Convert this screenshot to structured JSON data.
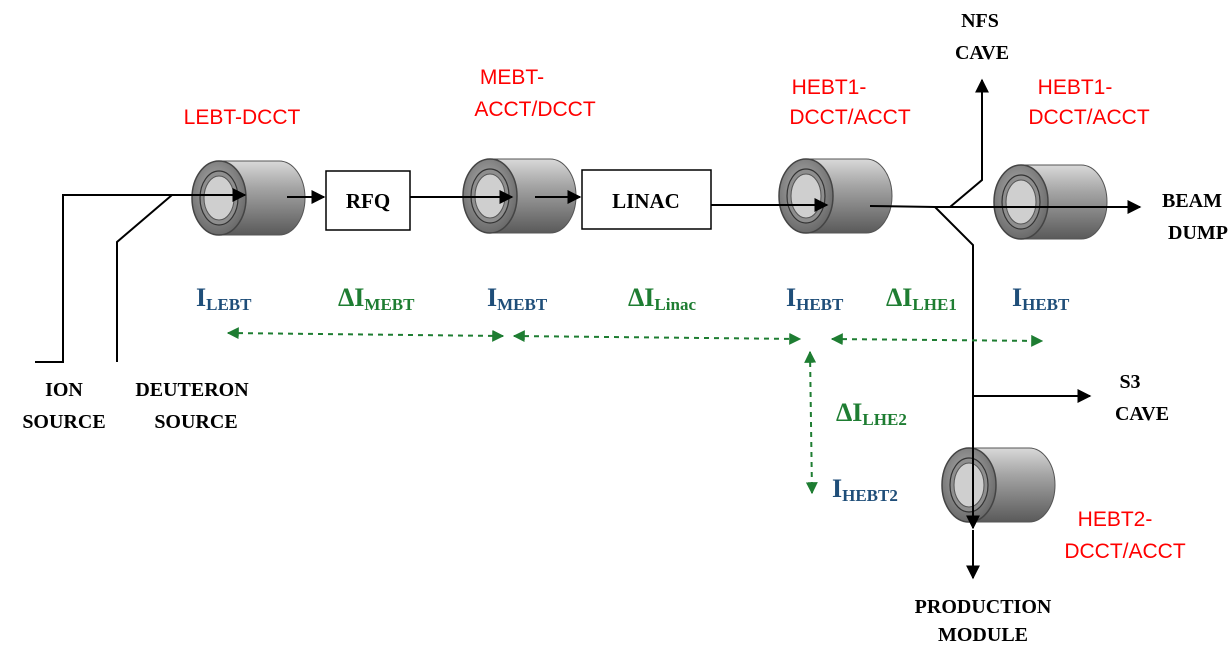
{
  "detectors": {
    "lebt": {
      "label": [
        "LEBT-DCCT"
      ]
    },
    "mebt": {
      "label": [
        "MEBT-",
        "ACCT/DCCT"
      ]
    },
    "hebt1": {
      "label": [
        "HEBT1-",
        "DCCT/ACCT"
      ]
    },
    "hebt1_dump": {
      "label": [
        "HEBT1-",
        "DCCT/ACCT"
      ]
    },
    "hebt2": {
      "label": [
        "HEBT2-",
        "DCCT/ACCT"
      ]
    }
  },
  "boxes": {
    "rfq": "RFQ",
    "linac": "LINAC"
  },
  "endpoints": {
    "ion_source": [
      "ION",
      "SOURCE"
    ],
    "deuteron_source": [
      "DEUTERON",
      "SOURCE"
    ],
    "nfs_cave": [
      "NFS",
      "CAVE"
    ],
    "beam_dump": [
      "BEAM",
      "DUMP"
    ],
    "s3_cave": [
      "S3",
      "CAVE"
    ],
    "production_module": [
      "PRODUCTION",
      "MODULE"
    ]
  },
  "currents": {
    "i_lebt": {
      "main": "I",
      "sub": "LEBT"
    },
    "d_mebt": {
      "main": "ΔI",
      "sub": "MEBT"
    },
    "i_mebt": {
      "main": "I",
      "sub": "MEBT"
    },
    "d_linac": {
      "main": "ΔI",
      "sub": "Linac"
    },
    "i_hebt": {
      "main": "I",
      "sub": "HEBT"
    },
    "d_lhe1": {
      "main": "ΔI",
      "sub": "LHE1"
    },
    "i_hebt_dump": {
      "main": "I",
      "sub": "HEBT"
    },
    "d_lhe2": {
      "main": "ΔI",
      "sub": "LHE2"
    },
    "i_hebt2": {
      "main": "I",
      "sub": "HEBT2"
    }
  },
  "colors": {
    "detector_label": "#ff0000",
    "current_measured": "#1f4e79",
    "current_difference": "#1e7d32",
    "arrow": "#000000",
    "cylinder": "#8c8c8c"
  }
}
